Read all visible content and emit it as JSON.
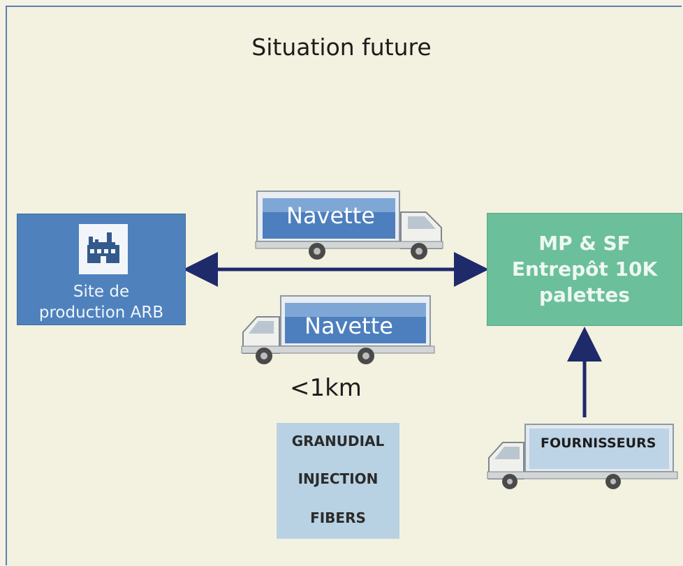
{
  "title": "Situation future",
  "site": {
    "line1": "Site de",
    "line2": "production ARB",
    "icon": "factory-icon"
  },
  "warehouse": {
    "line1": "MP & SF",
    "line2": "Entrepôt 10K",
    "line3": "palettes"
  },
  "trucks": {
    "shuttle_top": "Navette",
    "shuttle_bottom": "Navette",
    "suppliers": "FOURNISSEURS"
  },
  "distance": "<1km",
  "production_lines": [
    "GRANUDIAL",
    "INJECTION",
    "FIBERS"
  ],
  "colors": {
    "site_box": "#4f81bd",
    "warehouse_box": "#6bbf9a",
    "lines_box": "#b8d2e3",
    "arrow": "#1f2a6b",
    "background": "#f3f1df"
  }
}
